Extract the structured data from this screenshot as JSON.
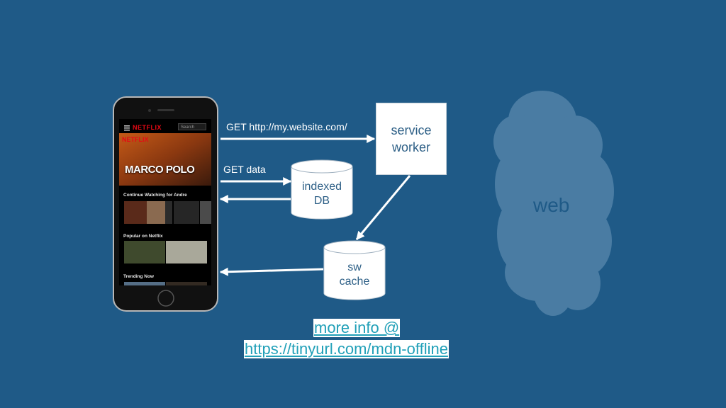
{
  "phone": {
    "app_brand": "NETFLIX",
    "search_placeholder": "Search",
    "hero_brand": "NETFLIX",
    "hero_title": "MARCO POLO",
    "sections": [
      "Continue Watching for Andre",
      "Popular on Netflix",
      "Trending Now"
    ]
  },
  "request_labels": {
    "get_url": "GET http://my.website.com/",
    "get_data": "GET data"
  },
  "nodes": {
    "service_worker": [
      "service",
      "worker"
    ],
    "indexed_db": [
      "indexed",
      "DB"
    ],
    "sw_cache": [
      "sw",
      "cache"
    ],
    "web": "web"
  },
  "more_info": {
    "line1": "more info @",
    "line2": "https://tinyurl.com/mdn-offline"
  },
  "colors": {
    "background": "#1f5a87",
    "cloud": "#4a7ca3",
    "arrow": "#ffffff",
    "link": "#21a0b8",
    "brand_red": "#e50914"
  }
}
